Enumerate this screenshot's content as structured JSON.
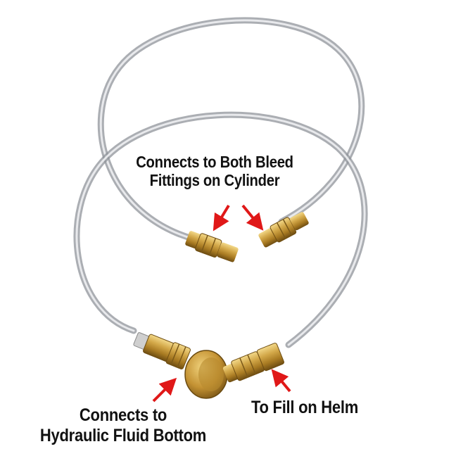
{
  "labels": {
    "bleed": {
      "line1": "Connects to Both Bleed",
      "line2": "Fittings on Cylinder"
    },
    "bottom": {
      "line1": "Connects to",
      "line2": "Hydraulic Fluid Bottom"
    },
    "helm": "To Fill on Helm"
  },
  "colors": {
    "arrow": "#e01818",
    "brass": "#c89a32",
    "hose": "#b9bcc0"
  }
}
